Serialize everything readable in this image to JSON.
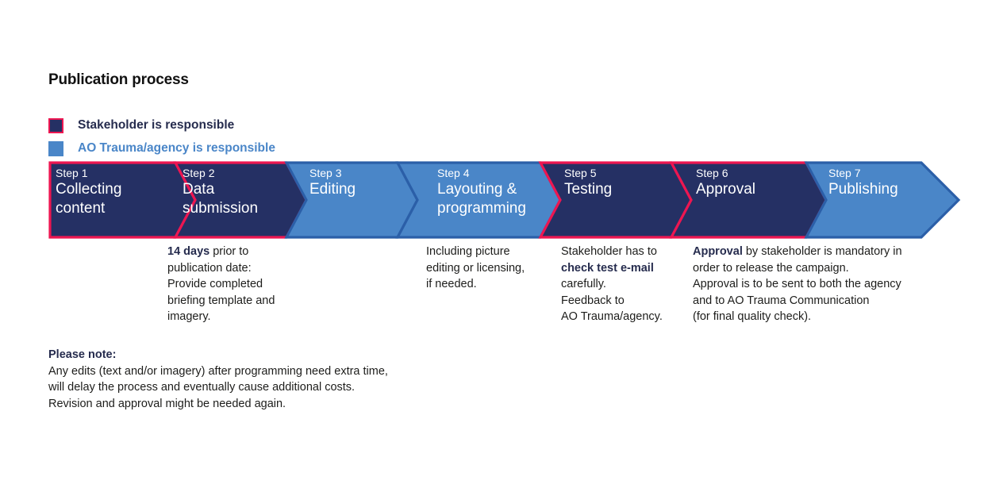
{
  "page_title": "Publication process",
  "colors": {
    "stakeholder_fill": "#253064",
    "stakeholder_stroke": "#ED1651",
    "agency_fill": "#4A86C8",
    "agency_stroke": "#2B5FA8",
    "accent_navy": "#262C4E",
    "body_text": "#1d1d1b"
  },
  "legend": {
    "items": [
      {
        "label": "Stakeholder is responsible",
        "owner": "stakeholder"
      },
      {
        "label": "AO Trauma/agency is responsible",
        "owner": "agency"
      }
    ]
  },
  "process": {
    "steps": [
      {
        "num": "Step 1",
        "name": "Collecting\ncontent",
        "owner": "stakeholder"
      },
      {
        "num": "Step 2",
        "name": "Data\nsubmission",
        "owner": "stakeholder"
      },
      {
        "num": "Step 3",
        "name": "Editing",
        "owner": "agency"
      },
      {
        "num": "Step 4",
        "name": "Layouting &\nprogramming",
        "owner": "agency"
      },
      {
        "num": "Step 5",
        "name": "Testing",
        "owner": "stakeholder"
      },
      {
        "num": "Step 6",
        "name": "Approval",
        "owner": "stakeholder"
      },
      {
        "num": "Step 7",
        "name": "Publishing",
        "owner": "agency"
      }
    ]
  },
  "descriptions": [
    {
      "for_step": "Step 2",
      "lead": "14 days",
      "text": " prior to\npublication date:\nProvide completed\nbriefing template and\nimagery."
    },
    {
      "for_step": "Step 4",
      "lead": "",
      "text": "Including picture\nediting or licensing,\nif needed."
    },
    {
      "for_step": "Step 5",
      "lead": "",
      "text": "Stakeholder has to\n"
    },
    {
      "for_step": "Step 6",
      "lead": "Approval",
      "text": " by stakeholder is mandatory in\norder to release the campaign.\nApproval is to be sent to both the agency\nand to AO Trauma Communication\n(for final quality check)."
    }
  ],
  "desc_step5": {
    "line1": "Stakeholder has to",
    "bold": "check test e-mail",
    "line3": "carefully.",
    "line4": "Feedback to",
    "line5": "AO Trauma/agency."
  },
  "note": {
    "heading": "Please note:",
    "line1": "Any edits (text and/or imagery) after programming need extra time,",
    "line2": "will delay the process and eventually cause additional costs.",
    "line3": "Revision and approval might be needed again."
  }
}
